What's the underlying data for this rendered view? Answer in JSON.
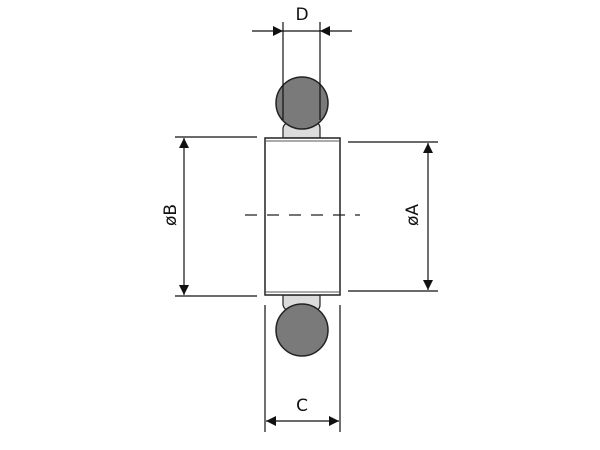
{
  "diagram": {
    "labels": {
      "d": "D",
      "c": "C",
      "b": "øB",
      "a": "øA"
    },
    "colors": {
      "ring": "#7a7a7a",
      "neck": "#dcdcdc",
      "line": "#111111"
    }
  }
}
